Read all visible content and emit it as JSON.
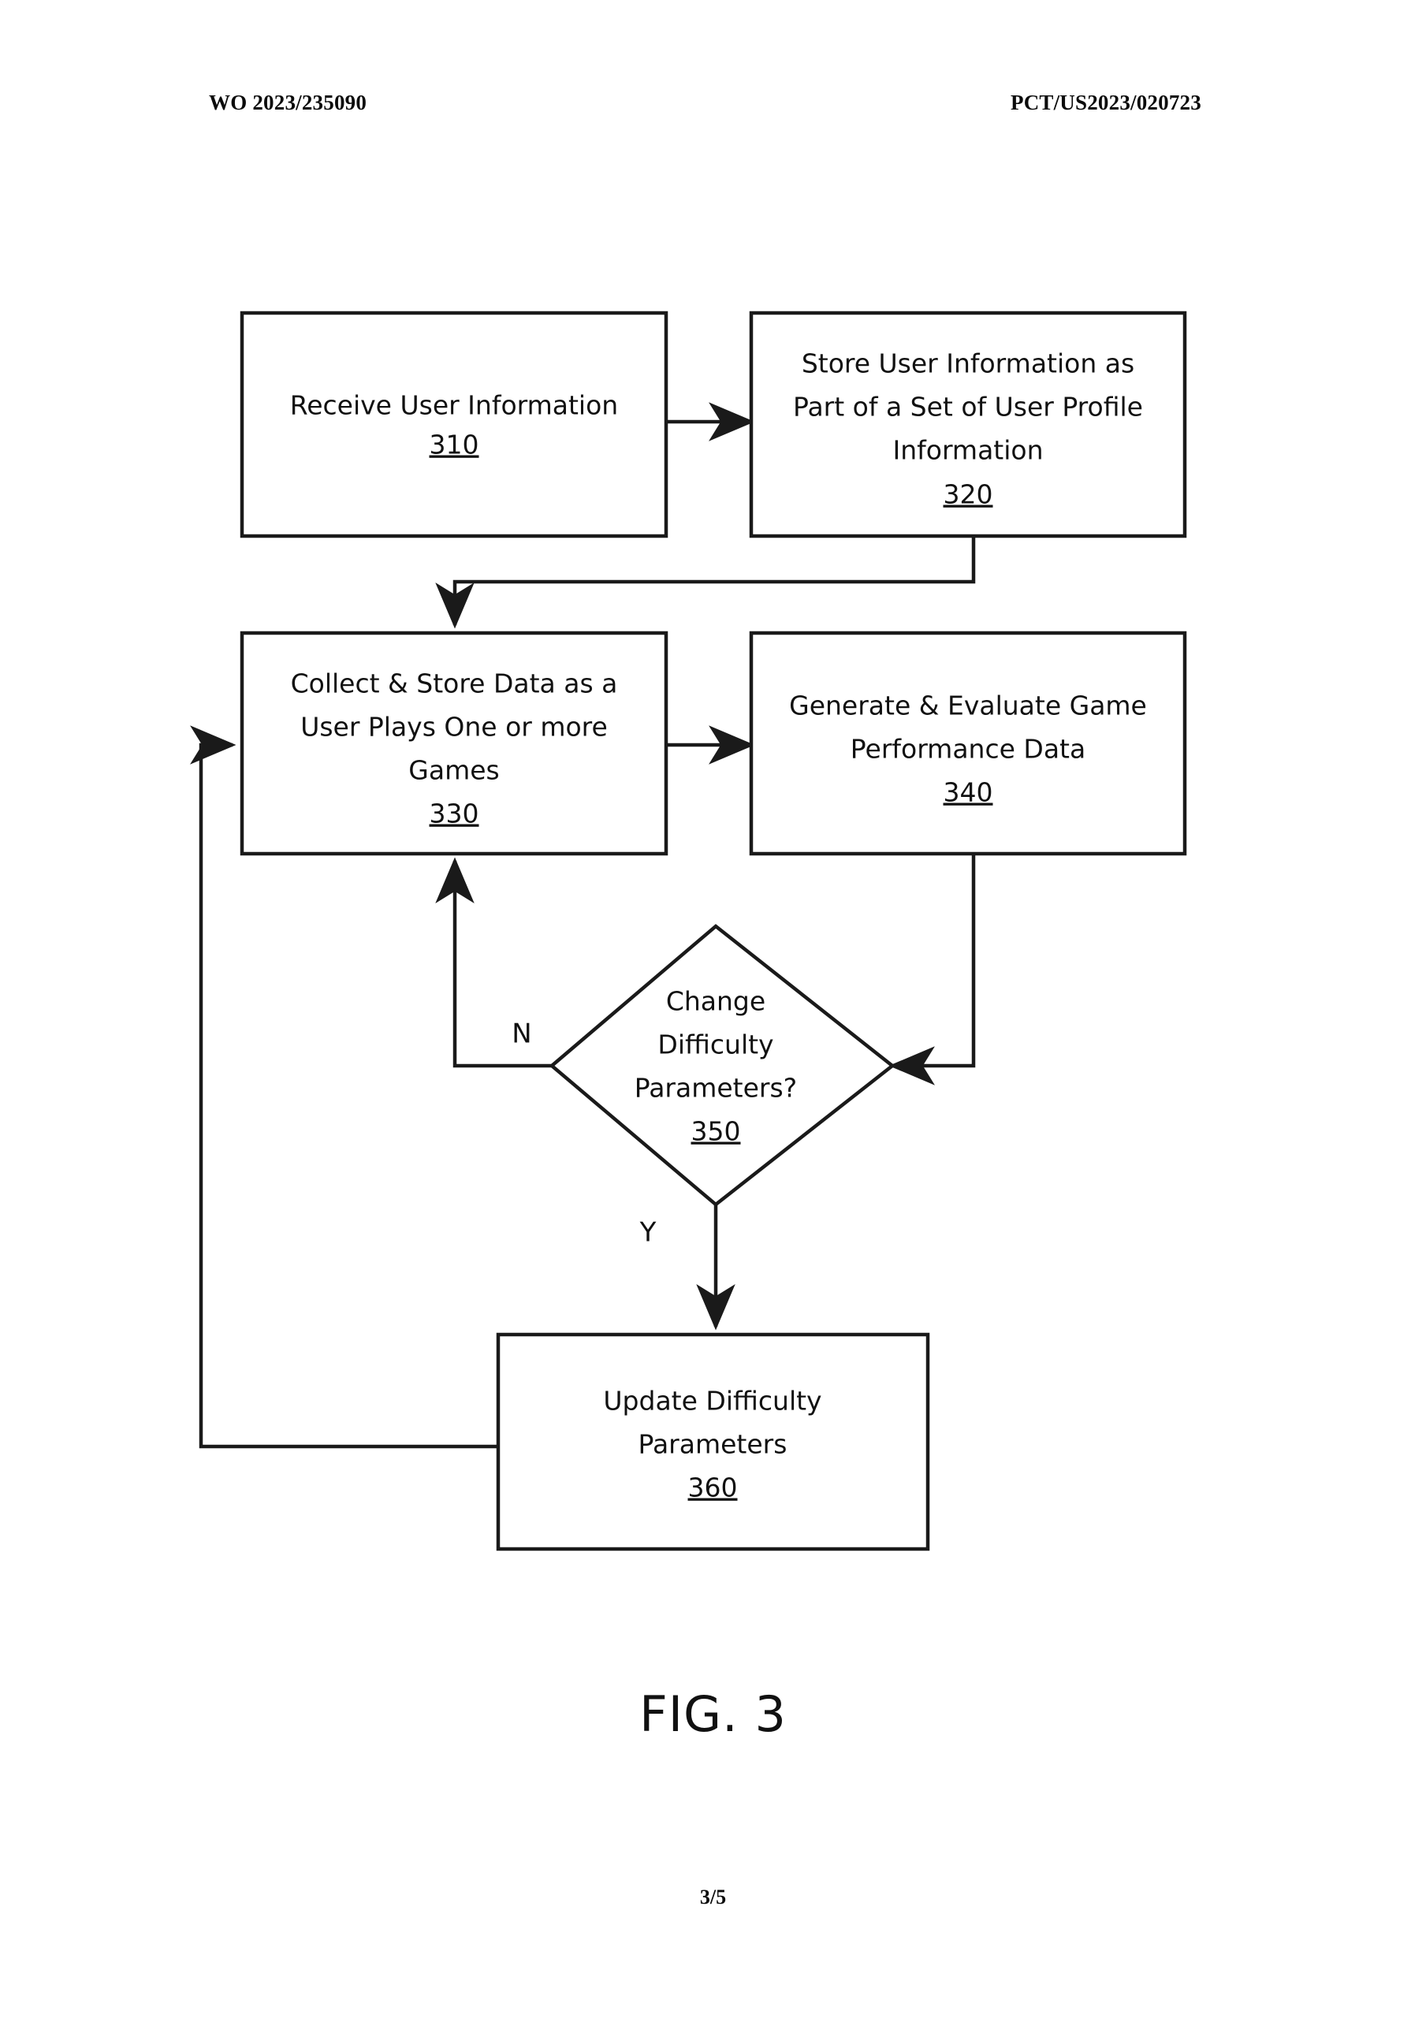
{
  "header": {
    "publication_number": "WO 2023/235090",
    "application_number": "PCT/US2023/020723"
  },
  "figure": {
    "caption": "FIG. 3",
    "page_number": "3/5"
  },
  "flowchart": {
    "type": "process-flow-diagram",
    "nodes": [
      {
        "id": "310",
        "shape": "rectangle",
        "lines": [
          "Receive User Information"
        ],
        "ref": "310"
      },
      {
        "id": "320",
        "shape": "rectangle",
        "lines": [
          "Store User Information as",
          "Part of a Set of User Profile",
          "Information"
        ],
        "ref": "320"
      },
      {
        "id": "330",
        "shape": "rectangle",
        "lines": [
          "Collect & Store Data as a",
          "User Plays One or more",
          "Games"
        ],
        "ref": "330"
      },
      {
        "id": "340",
        "shape": "rectangle",
        "lines": [
          "Generate & Evaluate Game",
          "Performance Data"
        ],
        "ref": "340"
      },
      {
        "id": "350",
        "shape": "diamond",
        "lines": [
          "Change",
          "Difficulty",
          "Parameters?"
        ],
        "ref": "350"
      },
      {
        "id": "360",
        "shape": "rectangle",
        "lines": [
          "Update Difficulty",
          "Parameters"
        ],
        "ref": "360"
      }
    ],
    "edges": [
      {
        "from": "310",
        "to": "320",
        "label": ""
      },
      {
        "from": "320",
        "to": "330",
        "label": ""
      },
      {
        "from": "330",
        "to": "340",
        "label": ""
      },
      {
        "from": "340",
        "to": "350",
        "label": ""
      },
      {
        "from": "350",
        "to": "330",
        "label": "N"
      },
      {
        "from": "350",
        "to": "360",
        "label": "Y"
      },
      {
        "from": "360",
        "to": "330",
        "label": ""
      }
    ],
    "branch_labels": {
      "no": "N",
      "yes": "Y"
    }
  },
  "colors": {
    "ink": "#1a1a1a",
    "paper": "#ffffff"
  }
}
